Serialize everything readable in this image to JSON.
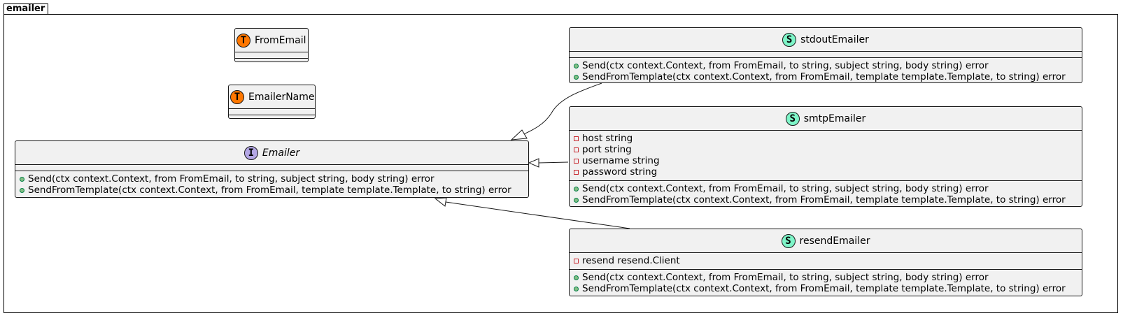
{
  "package": {
    "name": "emailer"
  },
  "classes": {
    "from_email": {
      "name": "FromEmail",
      "stereotype": "T"
    },
    "emailer_name": {
      "name": "EmailerName",
      "stereotype": "T"
    },
    "emailer": {
      "name": "Emailer",
      "stereotype": "I",
      "methods": [
        "Send(ctx context.Context, from FromEmail, to string, subject string, body string) error",
        "SendFromTemplate(ctx context.Context, from FromEmail, template template.Template, to string) error"
      ]
    },
    "stdout_emailer": {
      "name": "stdoutEmailer",
      "stereotype": "S",
      "methods": [
        "Send(ctx context.Context, from FromEmail, to string, subject string, body string) error",
        "SendFromTemplate(ctx context.Context, from FromEmail, template template.Template, to string) error"
      ]
    },
    "smtp_emailer": {
      "name": "smtpEmailer",
      "stereotype": "S",
      "fields": [
        "host string",
        "port string",
        "username string",
        "password string"
      ],
      "methods": [
        "Send(ctx context.Context, from FromEmail, to string, subject string, body string) error",
        "SendFromTemplate(ctx context.Context, from FromEmail, template template.Template, to string) error"
      ]
    },
    "resend_emailer": {
      "name": "resendEmailer",
      "stereotype": "S",
      "fields": [
        "resend resend.Client"
      ],
      "methods": [
        "Send(ctx context.Context, from FromEmail, to string, subject string, body string) error",
        "SendFromTemplate(ctx context.Context, from FromEmail, template template.Template, to string) error"
      ]
    }
  },
  "colors": {
    "type_badge": "#ff7700",
    "struct_badge": "#7ef5c8",
    "interface_badge": "#b4a7e5",
    "box_fill": "#f1f1f1",
    "public_marker": "#84be84",
    "private_marker": "#c82930"
  }
}
